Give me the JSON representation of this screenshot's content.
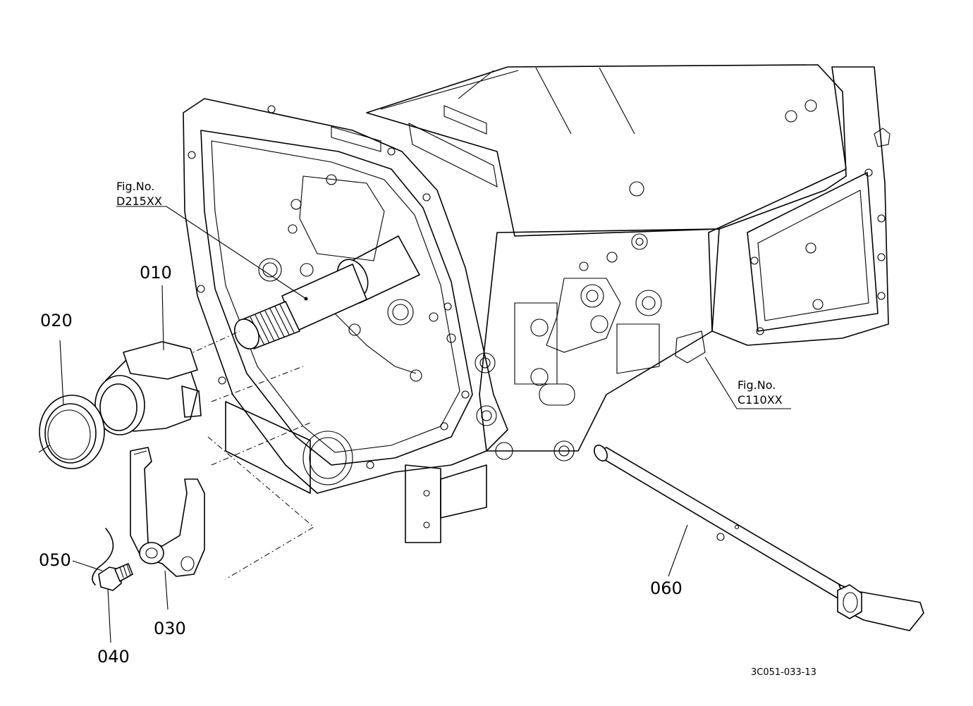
{
  "callouts": {
    "p010": "010",
    "p020": "020",
    "p030": "030",
    "p040": "040",
    "p050": "050",
    "p060": "060"
  },
  "figure_refs": {
    "d215": {
      "line1": "Fig.No.",
      "line2": "D215XX"
    },
    "c110": {
      "line1": "Fig.No.",
      "line2": "C110XX"
    }
  },
  "drawing_code": "3C051-033-13"
}
